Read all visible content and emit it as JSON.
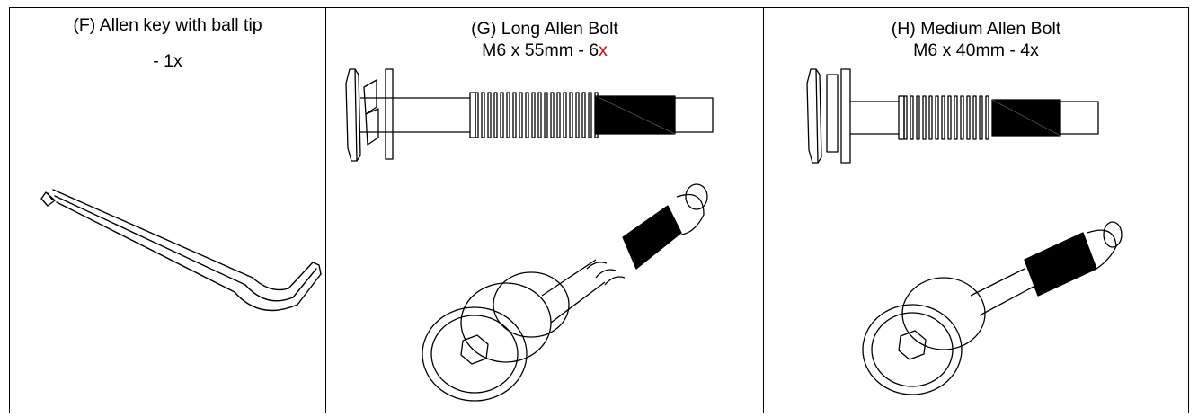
{
  "items": {
    "f": {
      "title": "(F) Allen key with ball tip",
      "qty": "- 1x"
    },
    "g": {
      "title": "(G) Long Allen Bolt",
      "spec": "M6 x 55mm - 6",
      "spec_suffix": "x"
    },
    "h": {
      "title": "(H) Medium Allen Bolt",
      "spec": "M6 x 40mm - 4x"
    }
  },
  "colors": {
    "line": "#000000",
    "highlight": "#e00000",
    "background": "#ffffff"
  }
}
